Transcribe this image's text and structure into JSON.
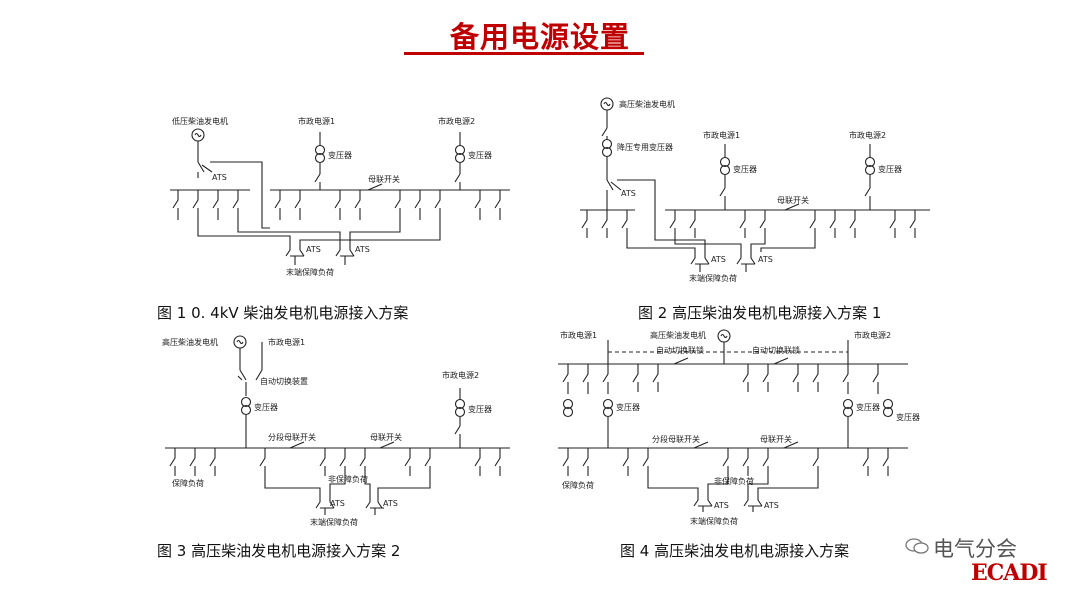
{
  "title": "备用电源设置",
  "title_color": "#c00000",
  "fig1": {
    "caption": "图 1  0. 4kV 柴油发电机电源接入方案",
    "gen": "低压柴油发电机",
    "src1": "市政电源1",
    "src2": "市政电源2",
    "transformer": "变压器",
    "ats": "ATS",
    "tie": "母联开关",
    "load": "末端保障负荷"
  },
  "fig2": {
    "caption": "图 2  高压柴油发电机电源接入方案 1",
    "gen": "高压柴油发电机",
    "step_down": "降压专用变压器",
    "src1": "市政电源1",
    "src2": "市政电源2",
    "transformer": "变压器",
    "ats": "ATS",
    "tie": "母联开关",
    "load": "末端保障负荷"
  },
  "fig3": {
    "caption": "图 3  高压柴油发电机电源接入方案 2",
    "gen": "高压柴油发电机",
    "src1": "市政电源1",
    "src2": "市政电源2",
    "auto_switch": "自动切换装置",
    "transformer": "变压器",
    "sec_tie": "分段母联开关",
    "tie": "母联开关",
    "guarantee_load": "保障负荷",
    "non_guarantee_load": "非保障负荷",
    "ats": "ATS",
    "load": "末端保障负荷"
  },
  "fig4": {
    "caption": "图 4  高压柴油发电机电源接入方案",
    "src1": "市政电源1",
    "gen": "高压柴油发电机",
    "src2": "市政电源2",
    "interlock": "自动切换联锁",
    "transformer": "变压器",
    "sec_tie": "分段母联开关",
    "tie": "母联开关",
    "guarantee_load": "保障负荷",
    "non_guarantee_load": "非保障负荷",
    "ats": "ATS",
    "load": "末端保障负荷"
  },
  "watermark": {
    "text": "电气分会",
    "logo": "ECADI",
    "logo_color": "#c00000"
  }
}
